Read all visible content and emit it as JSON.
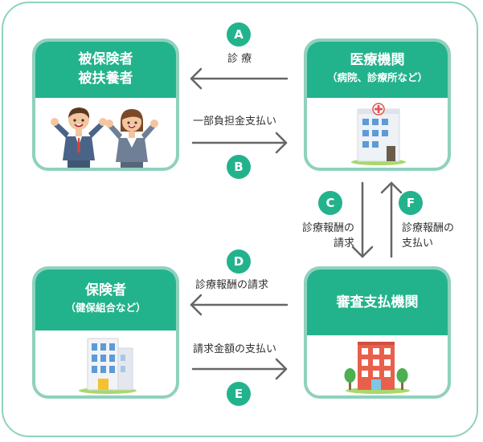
{
  "cards": {
    "insured": {
      "line1": "被保険者",
      "line2": "被扶養者"
    },
    "medical": {
      "title": "医療機関",
      "subtitle": "（病院、診療所など）"
    },
    "insurer": {
      "title": "保険者",
      "subtitle": "（健保組合など）"
    },
    "review": {
      "title": "審査支払機関"
    }
  },
  "flows": [
    {
      "letter": "A",
      "label": "診 療"
    },
    {
      "letter": "B",
      "label": "一部負担金支払い"
    },
    {
      "letter": "C",
      "label_lines": [
        "診療報酬の",
        "請求"
      ]
    },
    {
      "letter": "D",
      "label": "診療報酬の請求"
    },
    {
      "letter": "E",
      "label": "請求金額の支払い"
    },
    {
      "letter": "F",
      "label_lines": [
        "診療報酬の",
        "支払い"
      ]
    }
  ],
  "colors": {
    "accent": "#23b38c",
    "border": "#8fd1bd",
    "arrow": "#666666"
  },
  "icons": [
    "people-cheering-icon",
    "hospital-building-icon",
    "office-building-icon",
    "review-building-icon"
  ]
}
